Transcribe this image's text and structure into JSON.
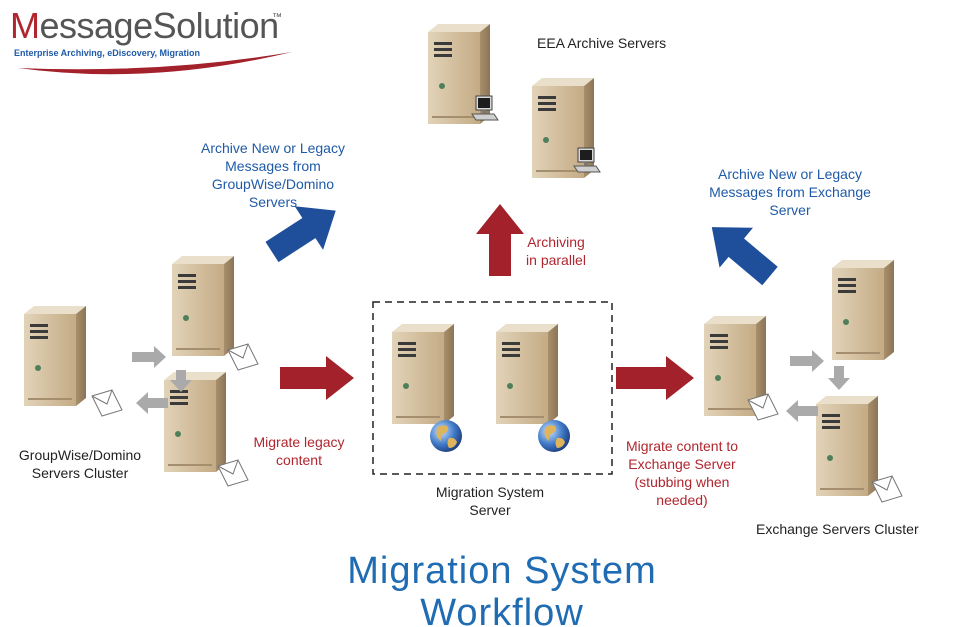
{
  "logo": {
    "first_letter": "M",
    "rest": "essageSolution",
    "tm": "™",
    "tagline": "Enterprise Archiving, eDiscovery, Migration"
  },
  "labels": {
    "eea_archive_servers": "EEA Archive Servers",
    "archive_groupwise": [
      "Archive New or Legacy",
      "Messages from",
      "GroupWise/Domino",
      "Servers"
    ],
    "archive_exchange": [
      "Archive New or Legacy",
      "Messages from Exchange",
      "Server"
    ],
    "archiving_parallel": [
      "Archiving",
      "in parallel"
    ],
    "groupwise_cluster": [
      "GroupWise/Domino",
      "Servers Cluster"
    ],
    "migrate_legacy": [
      "Migrate legacy",
      "content"
    ],
    "migration_server": [
      "Migration System",
      "Server"
    ],
    "migrate_exchange": [
      "Migrate content to",
      "Exchange Server",
      "(stubbing when",
      "needed)"
    ],
    "exchange_cluster": "Exchange Servers Cluster"
  },
  "title": [
    "Migration System",
    "Workflow"
  ],
  "colors": {
    "blue_arrow": "#1f4f9a",
    "red_arrow": "#a3212a",
    "title": "#1f6cb3",
    "server": "#c9b393"
  },
  "icons": [
    "server-icon",
    "workstation-icon",
    "globe-icon",
    "envelope-icon",
    "arrow-icon"
  ]
}
